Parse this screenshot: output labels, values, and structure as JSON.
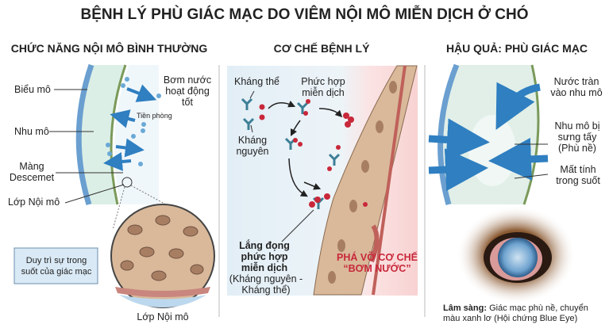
{
  "title": "BỆNH LÝ PHÙ GIÁC MẠC DO VIÊM NỘI MÔ MIỄN DỊCH Ở CHÓ",
  "panels": [
    {
      "heading": "CHỨC NĂNG NỘI MÔ BÌNH THƯỜNG",
      "labels": {
        "bieu_mo": "Biểu mô",
        "nhu_mo": "Nhu mô",
        "mang_descemet": "Màng Descemet",
        "lop_noi_mo": "Lớp Nội mô",
        "bom_nuoc": "Bơm nước hoạt động tốt",
        "tien_phong": "Tiền phòng",
        "box": "Duy trì sự trong suốt của giác mạc",
        "zoom_caption": "Lớp Nội mô"
      }
    },
    {
      "heading": "CƠ CHẾ BỆNH LÝ",
      "labels": {
        "khang_the": "Kháng thể",
        "phuc_hop": "Phức hợp miễn dịch",
        "khang_nguyen": "Kháng nguyên",
        "lang_dong_bold": "Lắng đọng phức hợp miễn dịch",
        "lang_dong_sub": "(Kháng nguyên - Kháng thể)",
        "pha_vo": "PHÁ VỠ CƠ CHẾ “BƠM NƯỚC”"
      }
    },
    {
      "heading": "HẬU QUẢ: PHÙ GIÁC MẠC",
      "labels": {
        "nuoc_tran": "Nước tràn vào nhu mô",
        "nhu_mo_sung": "Nhu mô bị sưng tấy (Phù nề)",
        "mat_tinh": "Mất tính trong suốt",
        "caption_bold": "Lâm sàng:",
        "caption_text": "Giác mạc phù nề, chuyển màu xanh lơ (Hội chứng Blue Eye)"
      }
    }
  ],
  "colors": {
    "epithelium": "#6a9fd0",
    "stroma": "#dcefe6",
    "arrow": "#2f7fc1",
    "cell": "#d9b99a",
    "antigen": "#c8283a",
    "antibody": "#3d7f96",
    "alert": "#c8283a",
    "box_fill": "#d9e9f5"
  }
}
